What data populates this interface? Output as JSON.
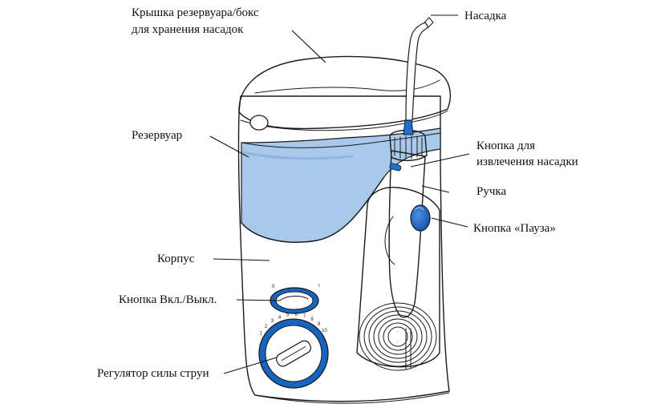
{
  "labels": {
    "lid_line1": "Крышка резервуара/бокс",
    "lid_line2": "для хранения насадок",
    "nozzle": "Насадка",
    "reservoir": "Резервуар",
    "eject_line1": "Кнопка для",
    "eject_line2": "извлечения насадки",
    "handle": "Ручка",
    "pause": "Кнопка «Пауза»",
    "body": "Корпус",
    "power": "Кнопка Вкл./Выкл.",
    "pressure": "Регулятор силы струи"
  },
  "switch_marks": {
    "off": "0",
    "on": "I"
  },
  "dial_ticks": [
    "1",
    "2",
    "3",
    "4",
    "5",
    "6",
    "7",
    "8",
    "9",
    "10"
  ],
  "colors": {
    "water": "#a9c9ea",
    "water_dark": "#7fa8d8",
    "accent_blue": "#1565c0",
    "ink": "#1a1a1a"
  }
}
